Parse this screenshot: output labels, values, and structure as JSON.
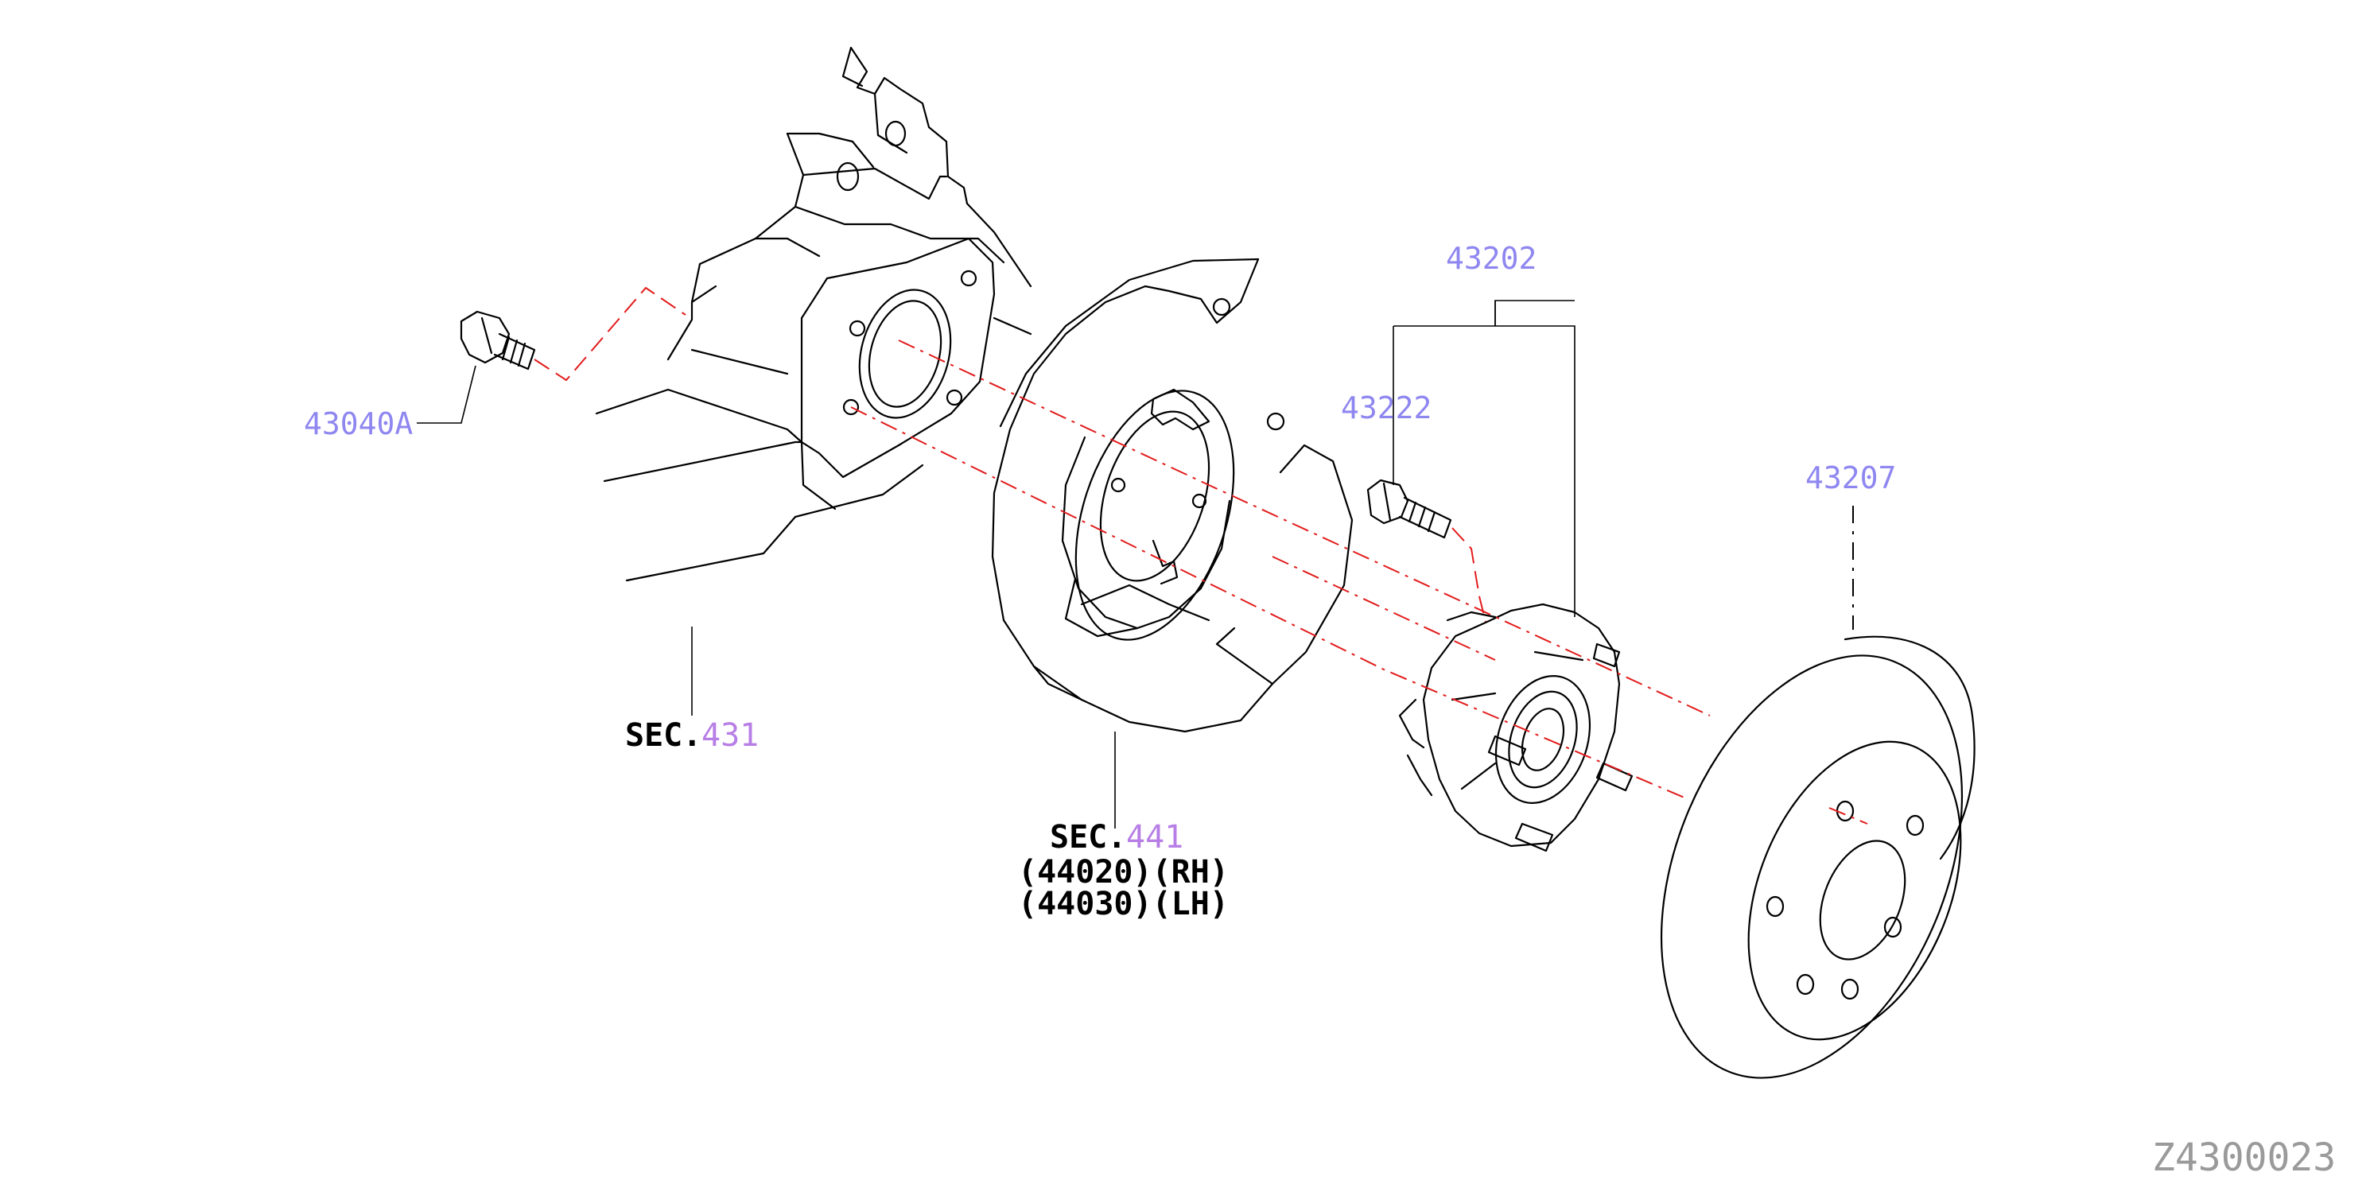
{
  "part_labels": {
    "bolt_43040A": "43040A",
    "assembly_43202": "43202",
    "bolt_43222": "43222",
    "rotor_43207": "43207"
  },
  "section_refs": {
    "sec_431_prefix": "SEC.",
    "sec_431_number": "431",
    "sec_441_prefix": "SEC.",
    "sec_441_number": "441",
    "sec_441_rh": "(44020)(RH)",
    "sec_441_lh": "(44030)(LH)"
  },
  "diagram_code": "Z4300023",
  "colors": {
    "line": "#000000",
    "leader_red": "#e21c1c",
    "part_number": "#8f87f0",
    "section_number": "#b77ee6",
    "code": "#9a9a9a"
  }
}
